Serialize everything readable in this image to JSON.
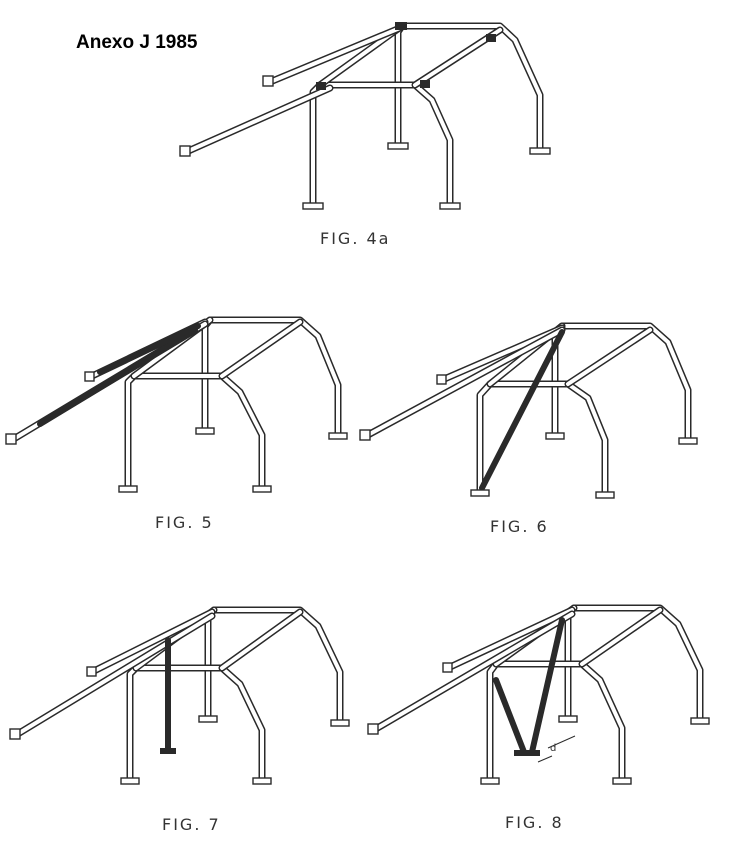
{
  "page": {
    "title": "Anexo J 1985"
  },
  "figures": [
    {
      "id": "fig4a",
      "caption": "FIG. 4a"
    },
    {
      "id": "fig5",
      "caption": "FIG. 5"
    },
    {
      "id": "fig6",
      "caption": "FIG. 6"
    },
    {
      "id": "fig7",
      "caption": "FIG. 7"
    },
    {
      "id": "fig8",
      "caption": "FIG. 8",
      "dimension_label": "d"
    }
  ],
  "colors": {
    "ink": "#2a2a2a",
    "background": "#ffffff"
  }
}
